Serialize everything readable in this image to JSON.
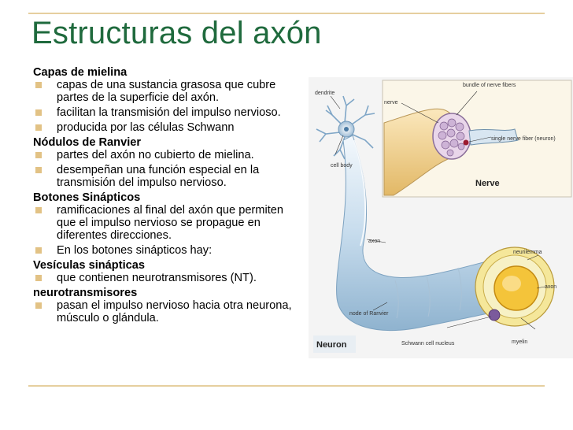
{
  "slide": {
    "title": "Estructuras del axón",
    "colors": {
      "title": "#1f6a3d",
      "rule": "#e6cf9f",
      "bullet": "#e2c285"
    }
  },
  "sections": [
    {
      "heading": "Capas de mielina",
      "bullets": [
        "capas de una sustancia grasosa que cubre partes de la superficie del axón.",
        "facilitan la transmisión del impulso nervioso.",
        "producida por las células Schwann"
      ]
    },
    {
      "heading": "Nódulos de Ranvier",
      "bullets": [
        "partes del axón no cubierto de mielina.",
        "desempeñan una función especial en la transmisión del impulso nervioso."
      ]
    },
    {
      "heading": "Botones Sinápticos",
      "bullets": [
        "ramificaciones al final del axón que permiten que el impulso nervioso se propague en diferentes direcciones.",
        "En los botones sinápticos hay:"
      ]
    },
    {
      "heading": "Vesículas sinápticas",
      "bullets": [
        "que contienen neurotransmisores (NT)."
      ]
    },
    {
      "heading": "neurotransmisores",
      "bullets": [
        "pasan el impulso nervioso hacia otra neurona, músculo o glándula."
      ]
    }
  ],
  "figure": {
    "labels": {
      "dendrite": "dendrite",
      "cell_body": "cell body",
      "nerve": "nerve",
      "bundle": "bundle of nerve fibers",
      "single_fiber": "single nerve fiber (neuron)",
      "nerve_box": "Nerve",
      "axon_left": "axon",
      "neurilemma": "neurilemma",
      "axon_right": "axon",
      "node": "node of Ranvier",
      "neuron_box": "Neuron",
      "schwann": "Schwann cell nucleus",
      "myelin": "myelin"
    }
  }
}
